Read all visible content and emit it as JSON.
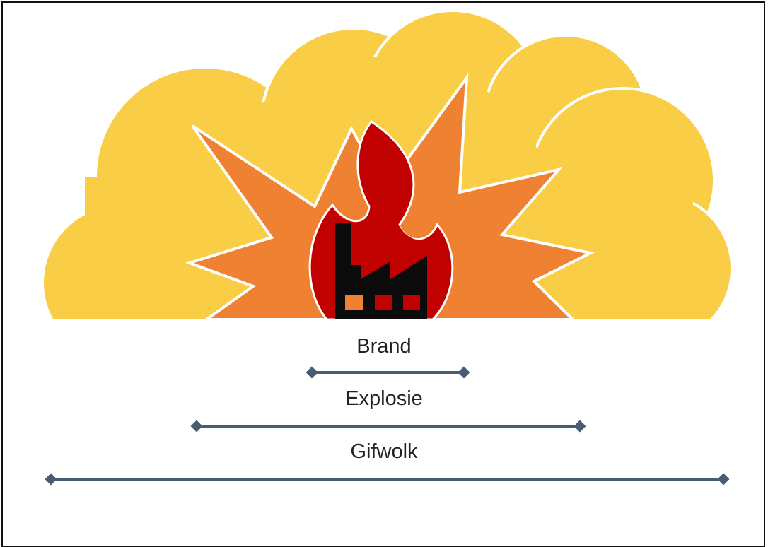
{
  "colors": {
    "gas_cloud": "#F9CD45",
    "explosion": "#EE8232",
    "flame_outer": "#C10000",
    "factory": "#0B0B0B",
    "factory_window_orange": "#EE8232",
    "factory_window_red": "#C10000",
    "range_line": "#4A5C73",
    "outline": "#FFFFFF"
  },
  "icons": {
    "cloud": "toxic-gas-cloud-icon",
    "explosion": "explosion-burst-icon",
    "flame": "fire-flame-icon",
    "factory": "factory-icon"
  },
  "ranges": [
    {
      "key": "brand",
      "label": "Brand"
    },
    {
      "key": "explosie",
      "label": "Explosie"
    },
    {
      "key": "gifwolk",
      "label": "Gifwolk"
    }
  ]
}
